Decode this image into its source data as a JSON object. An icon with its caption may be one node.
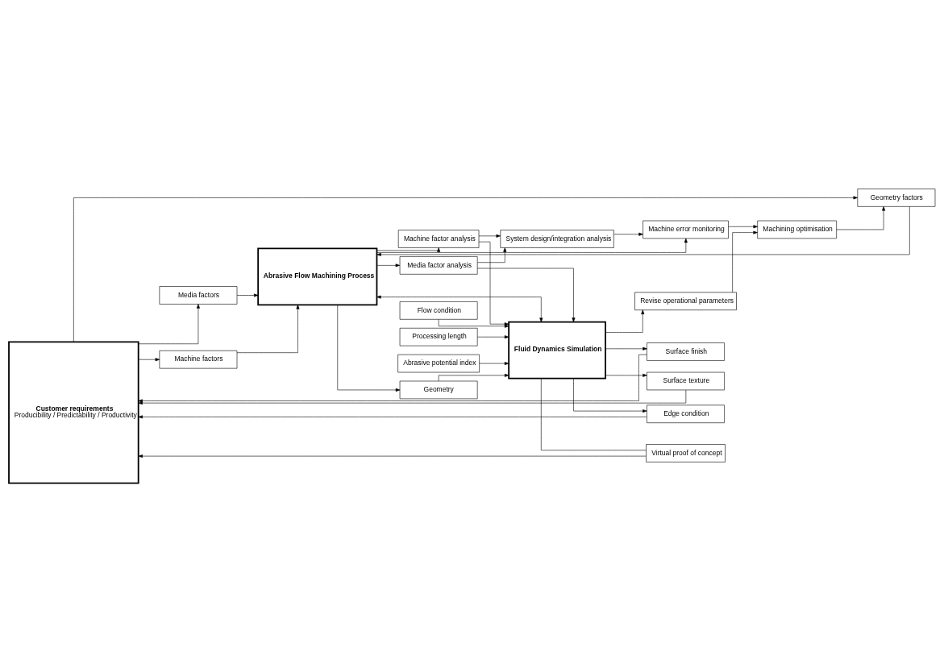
{
  "diagram": {
    "nodes": [
      {
        "text": [
          "Customer requirements",
          "Producibility / Predictability / Productivity"
        ]
      },
      {
        "text": [
          "Machining optimisation"
        ]
      },
      {
        "text": [
          "Revise operational parameters"
        ]
      },
      {
        "text": [
          "Machine error monitoring"
        ]
      },
      {
        "text": [
          "System design/integration analysis"
        ]
      },
      {
        "text": [
          "Machine factors"
        ]
      },
      {
        "text": [
          "Abrasive Flow Machining Process"
        ]
      },
      {
        "text": [
          "Machine factor analysis"
        ]
      },
      {
        "text": [
          "Media factors"
        ]
      },
      {
        "text": [
          "Media factor analysis"
        ]
      },
      {
        "text": [
          "Geometry factors"
        ]
      },
      {
        "text": [
          "Geometry"
        ]
      },
      {
        "text": [
          "Surface finish"
        ]
      },
      {
        "text": [
          "Fluid Dynamics Simulation"
        ]
      },
      {
        "text": [
          "Processing length"
        ]
      },
      {
        "text": [
          "Surface texture"
        ]
      },
      {
        "text": [
          "Abrasive potential index"
        ]
      },
      {
        "text": [
          "Edge condition"
        ]
      },
      {
        "text": [
          "Flow condition"
        ]
      },
      {
        "text": [
          "Virtual proof of concept"
        ]
      }
    ],
    "edges": [
      {
        "from": 0,
        "to": 5,
        "arrow": "to"
      },
      {
        "from": 0,
        "to": 8,
        "arrow": "to"
      },
      {
        "from": 0,
        "to": 10,
        "arrow": "to"
      },
      {
        "from": 1,
        "to": 10,
        "arrow": "to"
      },
      {
        "from": 5,
        "to": 6,
        "arrow": "to"
      },
      {
        "from": 8,
        "to": 6,
        "arrow": "to"
      },
      {
        "from": 10,
        "to": 6,
        "arrow": "to"
      },
      {
        "from": 6,
        "to": 3,
        "arrow": "to"
      },
      {
        "from": 3,
        "to": 1,
        "arrow": "to"
      },
      {
        "from": 2,
        "to": 1,
        "arrow": "to"
      },
      {
        "from": 4,
        "to": 3,
        "arrow": "to"
      },
      {
        "from": 6,
        "to": 7,
        "arrow": "to"
      },
      {
        "from": 6,
        "to": 9,
        "arrow": "to"
      },
      {
        "from": 6,
        "to": 11,
        "arrow": "to"
      },
      {
        "from": 7,
        "to": 4,
        "arrow": "to"
      },
      {
        "from": 9,
        "to": 4,
        "arrow": "to"
      },
      {
        "from": 7,
        "to": 13,
        "arrow": "to"
      },
      {
        "from": 9,
        "to": 13,
        "arrow": "to"
      },
      {
        "from": 11,
        "to": 13,
        "arrow": "to"
      },
      {
        "from": 6,
        "to": 13,
        "arrow": "both"
      },
      {
        "from": 13,
        "to": 12,
        "arrow": "to"
      },
      {
        "from": 13,
        "to": 15,
        "arrow": "to"
      },
      {
        "from": 13,
        "to": 17,
        "arrow": "to"
      },
      {
        "from": 12,
        "to": 0,
        "arrow": "to"
      },
      {
        "from": 15,
        "to": 0,
        "arrow": "to"
      },
      {
        "from": 17,
        "to": 0,
        "arrow": "to"
      },
      {
        "from": 14,
        "to": 13,
        "arrow": "to"
      },
      {
        "from": 16,
        "to": 13,
        "arrow": "to"
      },
      {
        "from": 18,
        "to": 13,
        "arrow": "to"
      },
      {
        "from": 13,
        "to": 19,
        "arrow": "none"
      },
      {
        "from": 19,
        "to": 0,
        "arrow": "to"
      },
      {
        "from": 13,
        "to": 2,
        "arrow": "to"
      }
    ]
  }
}
